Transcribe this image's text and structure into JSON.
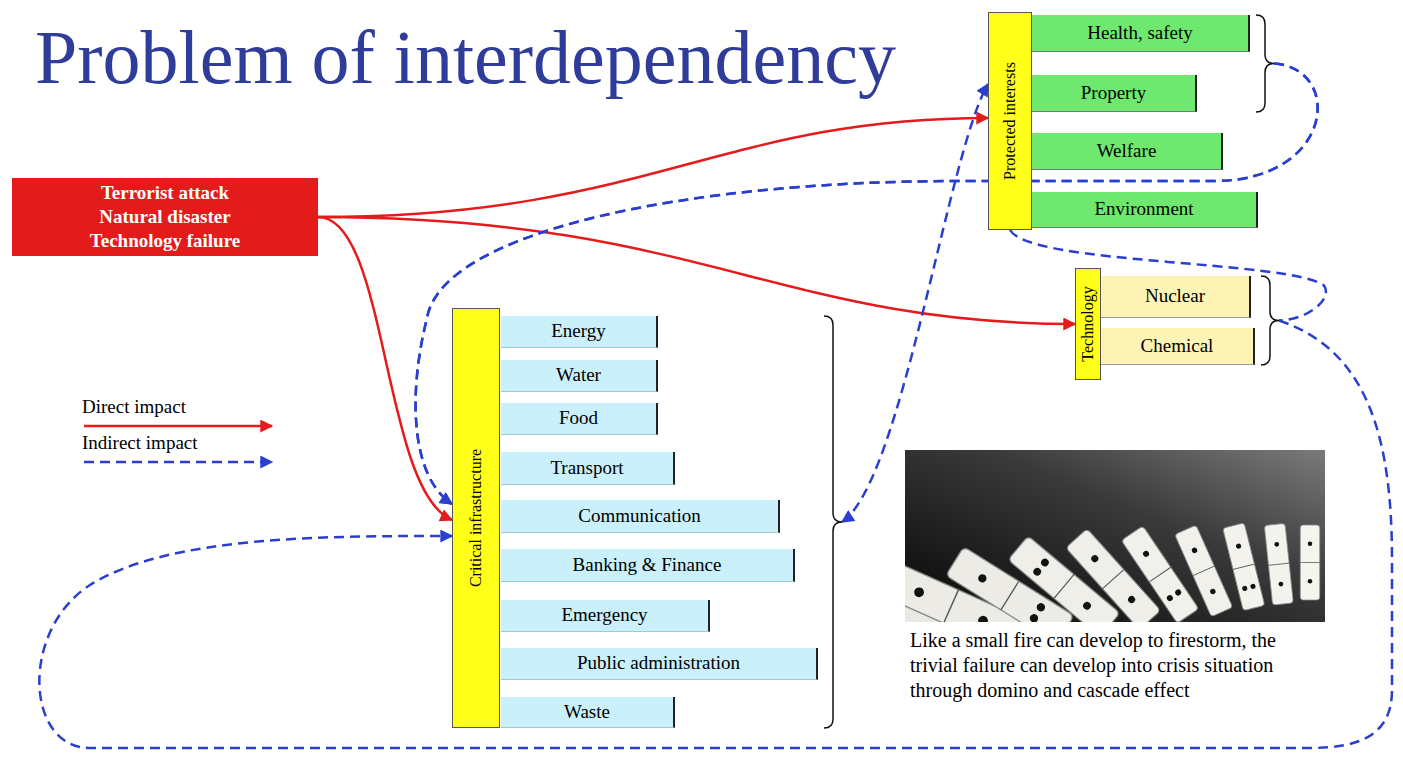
{
  "diagram": {
    "title": "Problem of interdependency",
    "nodes": [
      {
        "text": [
          "Terrorist attack",
          "Natural disaster",
          "Technology failure"
        ]
      },
      {
        "text": [
          "Protected interests"
        ]
      },
      {
        "text": [
          "Health, safety"
        ]
      },
      {
        "text": [
          "Property"
        ]
      },
      {
        "text": [
          "Welfare"
        ]
      },
      {
        "text": [
          "Environment"
        ]
      },
      {
        "text": [
          "Technology"
        ]
      },
      {
        "text": [
          "Nuclear"
        ]
      },
      {
        "text": [
          "Chemical"
        ]
      },
      {
        "text": [
          "Critical infrastructure"
        ]
      },
      {
        "text": [
          "Energy"
        ]
      },
      {
        "text": [
          "Water"
        ]
      },
      {
        "text": [
          "Food"
        ]
      },
      {
        "text": [
          "Transport"
        ]
      },
      {
        "text": [
          "Communication"
        ]
      },
      {
        "text": [
          "Banking & Finance"
        ]
      },
      {
        "text": [
          "Emergency"
        ]
      },
      {
        "text": [
          "Public administration"
        ]
      },
      {
        "text": [
          "Waste"
        ]
      }
    ],
    "edges": [
      {
        "from": 0,
        "to": 1,
        "arrow": "to"
      },
      {
        "from": 0,
        "to": 6,
        "arrow": "to"
      },
      {
        "from": 0,
        "to": 9,
        "arrow": "to"
      },
      {
        "from": 2,
        "to": 9,
        "arrow": "to"
      },
      {
        "from": 3,
        "to": 9,
        "arrow": "to"
      },
      {
        "from": 9,
        "to": 1,
        "arrow": "both"
      },
      {
        "from": 1,
        "to": 6,
        "arrow": "none"
      },
      {
        "from": 6,
        "to": 9,
        "arrow": "to"
      }
    ],
    "labels": [
      "Like a small fire can develop to firestorm, the trivial failure can develop into crisis situation through domino and cascade effect"
    ],
    "legend": [
      {
        "text": "Direct impact"
      },
      {
        "text": "Indirect impact"
      }
    ]
  }
}
